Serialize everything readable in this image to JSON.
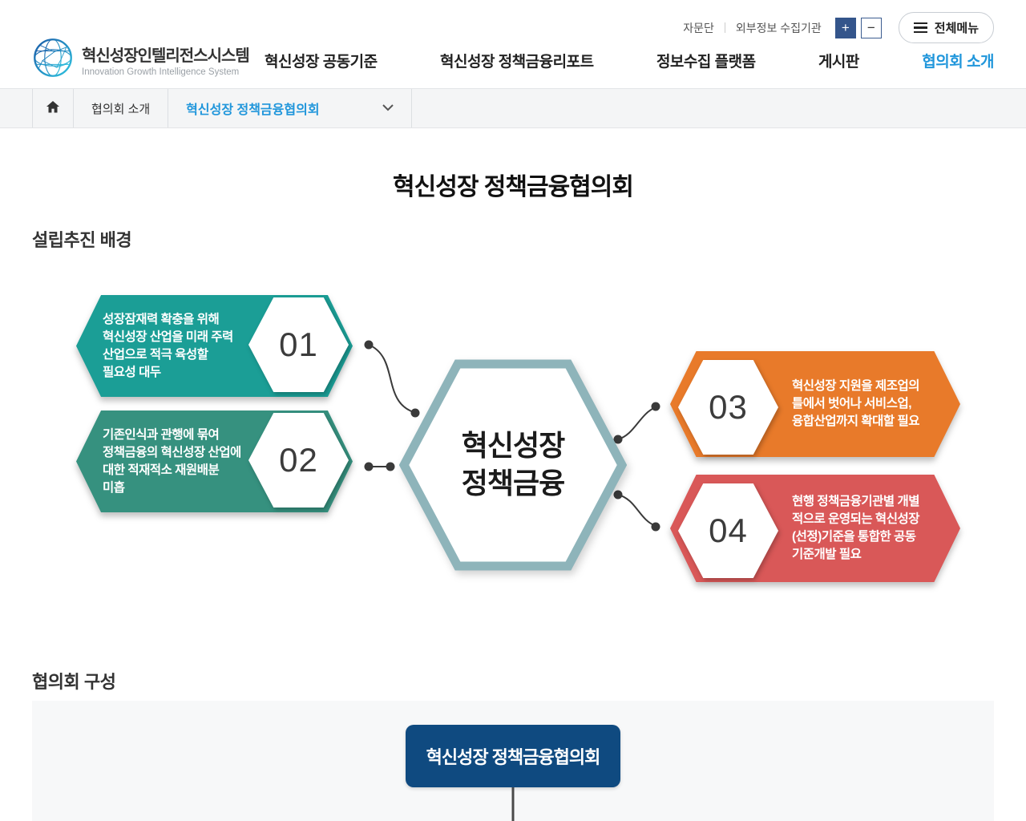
{
  "topbar": {
    "links": [
      {
        "label": "자문단"
      },
      {
        "label": "외부정보 수집기관"
      }
    ],
    "font_plus_label": "+",
    "font_minus_label": "−",
    "all_menu_label": "전체메뉴"
  },
  "header": {
    "logo_title": "혁신성장인텔리전스시스템",
    "logo_subtitle": "Innovation Growth Intelligence System",
    "nav": [
      {
        "label": "혁신성장 공동기준",
        "active": false
      },
      {
        "label": "혁신성장 정책금융리포트",
        "active": false
      },
      {
        "label": "정보수집 플랫폼",
        "active": false
      },
      {
        "label": "게시판",
        "active": false
      },
      {
        "label": "협의회 소개",
        "active": true
      }
    ]
  },
  "breadcrumb": {
    "home_icon": "home-icon",
    "level1": "협의회 소개",
    "level2": "혁신성장 정책금융협의회"
  },
  "page": {
    "title": "혁신성장 정책금융협의회",
    "section1_title": "설립추진 배경",
    "section2_title": "협의회 구성"
  },
  "diagram": {
    "center_label": "혁신성장\n정책금융",
    "items": [
      {
        "number": "01",
        "text": "성장잠재력 확충을 위해\n혁신성장 산업을 미래 주력\n산업으로 적극 육성할\n필요성 대두",
        "color": "#1b9e96"
      },
      {
        "number": "02",
        "text": "기존인식과 관행에 묶여\n정책금융의 혁신성장 산업에\n대한 적재적소 재원배분\n미흡",
        "color": "#36917f"
      },
      {
        "number": "03",
        "text": "혁신성장 지원을 제조업의\n틀에서 벗어나 서비스업,\n융합산업까지 확대할 필요",
        "color": "#e87a2a"
      },
      {
        "number": "04",
        "text": "현행 정책금융기관별 개별\n적으로 운영되는 혁신성장\n(선정)기준을 통합한 공동\n기준개발 필요",
        "color": "#d95858"
      }
    ]
  },
  "org": {
    "root_label": "혁신성장 정책금융협의회",
    "root_color": "#0f4a80"
  },
  "colors": {
    "accent_blue": "#2096db",
    "utility_button_blue": "#34558b",
    "center_hex_border": "#8eb4ba",
    "connector": "#3a3a3a",
    "panel_bg": "#f7f8f9"
  }
}
